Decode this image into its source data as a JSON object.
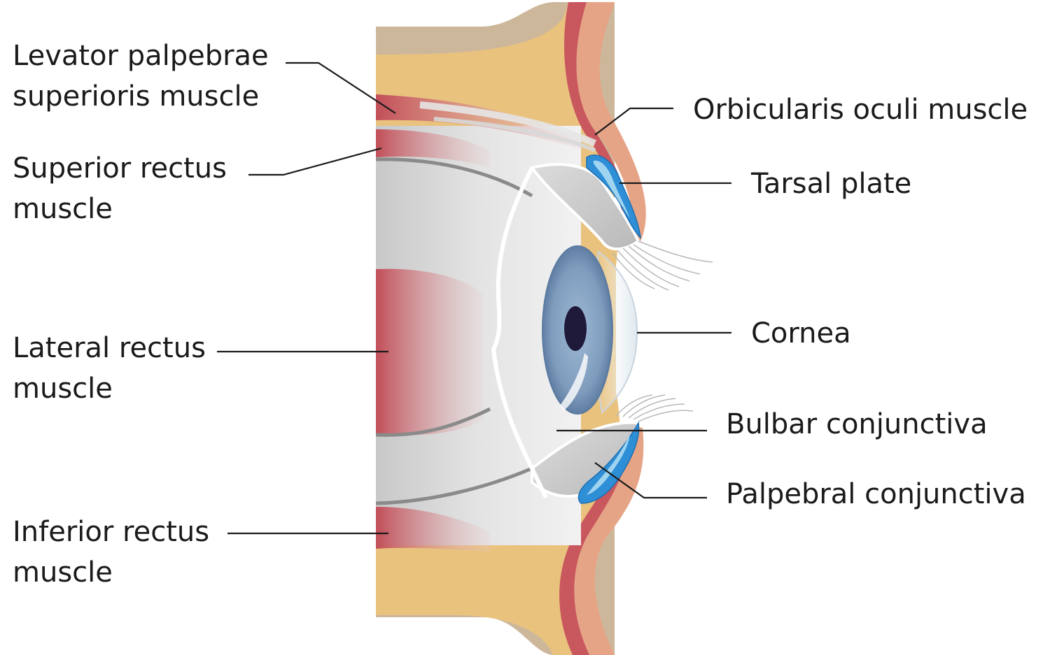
{
  "labels": {
    "levator": [
      "Levator palpebrae",
      "superioris muscle"
    ],
    "superior_rectus": [
      "Superior rectus",
      "muscle"
    ],
    "lateral_rectus": [
      "Lateral rectus",
      "muscle"
    ],
    "inferior_rectus": [
      "Inferior rectus",
      "muscle"
    ],
    "orbicularis": "Orbicularis oculi muscle",
    "tarsal": "Tarsal plate",
    "cornea": "Cornea",
    "bulbar": "Bulbar conjunctiva",
    "palpebral": "Palpebral conjunctiva"
  },
  "colors": {
    "skin_tan": "#cdb79b",
    "fat_yellow": "#e9c27e",
    "muscle_red": "#c9575e",
    "skin_pink": "#e6a486",
    "tarsal_blue": "#2f8fd6",
    "tarsal_light": "#9fd4f0",
    "globe_gray": "#d4d4d4",
    "iris_blue": "#8aa6c4",
    "pupil": "#1f1a3a"
  }
}
